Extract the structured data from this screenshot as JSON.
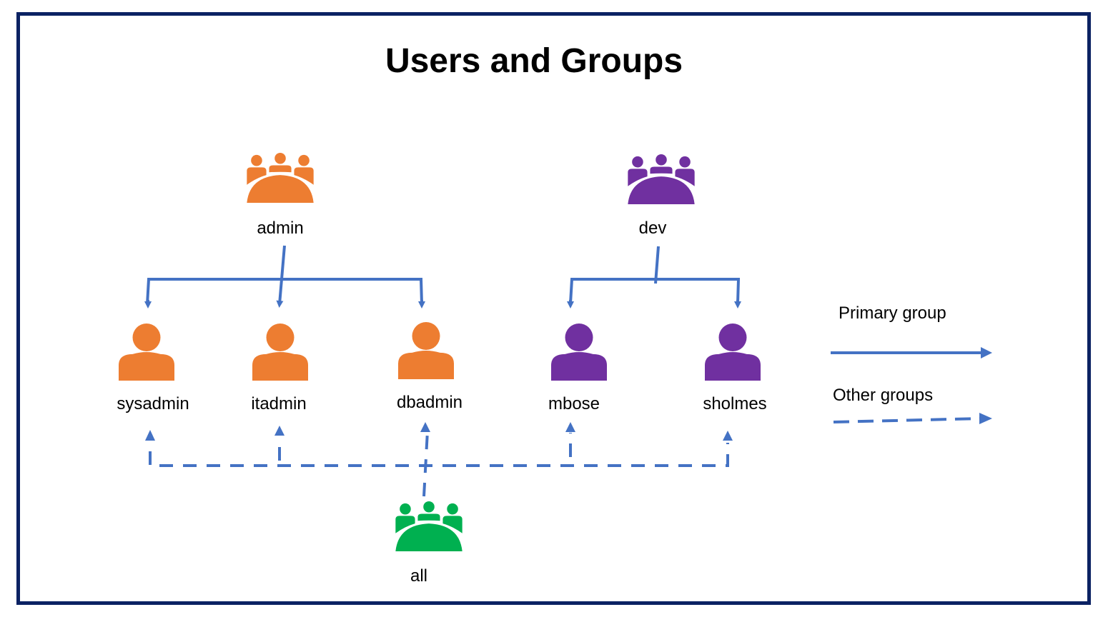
{
  "title": "Users and Groups",
  "colors": {
    "border": "#0b2263",
    "admin_group": "#ed7d31",
    "dev_group": "#7030a0",
    "all_group": "#00b050",
    "connector": "#4472c4"
  },
  "groups": [
    {
      "id": "admin",
      "label": "admin",
      "icon": "group-icon",
      "color": "#ed7d31"
    },
    {
      "id": "dev",
      "label": "dev",
      "icon": "group-icon",
      "color": "#7030a0"
    },
    {
      "id": "all",
      "label": "all",
      "icon": "group-icon",
      "color": "#00b050"
    }
  ],
  "users": [
    {
      "id": "sysadmin",
      "label": "sysadmin",
      "icon": "user-icon",
      "primary_group": "admin",
      "other_groups": [
        "all"
      ]
    },
    {
      "id": "itadmin",
      "label": "itadmin",
      "icon": "user-icon",
      "primary_group": "admin",
      "other_groups": [
        "all"
      ]
    },
    {
      "id": "dbadmin",
      "label": "dbadmin",
      "icon": "user-icon",
      "primary_group": "admin",
      "other_groups": [
        "all"
      ]
    },
    {
      "id": "mbose",
      "label": "mbose",
      "icon": "user-icon",
      "primary_group": "dev",
      "other_groups": [
        "all"
      ]
    },
    {
      "id": "sholmes",
      "label": "sholmes",
      "icon": "user-icon",
      "primary_group": "dev",
      "other_groups": [
        "all"
      ]
    }
  ],
  "legend": {
    "primary": {
      "label": "Primary group",
      "style": "solid-arrow"
    },
    "other": {
      "label": "Other groups",
      "style": "dashed-arrow"
    }
  }
}
